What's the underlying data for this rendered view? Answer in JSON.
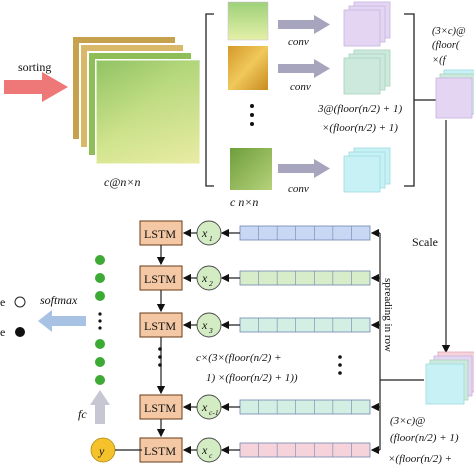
{
  "top": {
    "sorting_label": "sorting",
    "stack_label": "c@n×n",
    "patch_label": "c n×n",
    "conv_label": "conv",
    "mid_formula_line1": "3@(floor(n/2) + 1)",
    "mid_formula_line2": "×(floor(n/2) + 1)",
    "right_formula_line1": "(3×c)@",
    "right_formula_line2": "(floor(",
    "right_formula_line3": "×(f"
  },
  "scale_label": "Scale",
  "spread_label": "spreading in row",
  "lstm": {
    "cell_label": "LSTM",
    "inputs": [
      "x",
      "x",
      "x",
      "x",
      "x"
    ],
    "input_subs": [
      "1",
      "2",
      "3",
      "c-1",
      "c"
    ],
    "ellipsis_formula_line1": "c×(3×(floor(n/2) +",
    "ellipsis_formula_line2": "1) ×(floor(n/2) + 1))"
  },
  "output": {
    "softmax_label": "softmax",
    "fc_label": "fc",
    "y_label": "y",
    "class_labels": [
      "e",
      "e"
    ]
  },
  "bottom_right": {
    "line1": "(3×c)@",
    "line2": "(floor(n/2) + 1)",
    "line3": "×(floor(n/2) +"
  },
  "colors": {
    "purple": "#e4d6f3",
    "teal": "#cde9dd",
    "cyan": "#c7f1f4",
    "blue_bar": "#c8d8f4",
    "green_bar": "#d7ecc8",
    "mint_bar": "#d3efe3",
    "pink_bar": "#f6d2da",
    "lstm_fill": "#f4c8a4",
    "input_node": "#d4ecc3",
    "y_node": "#f5c22c",
    "dot_green": "#3daa36",
    "arrow_red": "#ee7777",
    "arrow_gray": "#a7a5bd",
    "arrow_blue": "#a8c2e3"
  }
}
